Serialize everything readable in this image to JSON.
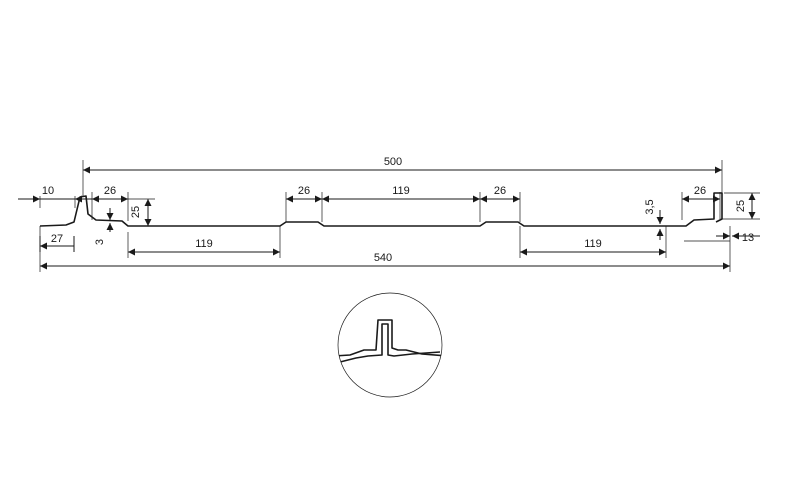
{
  "dimensions": {
    "overall_width": "500",
    "total_width": "540",
    "lock_left_width": "10",
    "lock_left_offset": "27",
    "rib_width": "26",
    "rib_width_center_left": "26",
    "rib_width_center_right": "26",
    "rib_width_right": "26",
    "lock_height_left": "25",
    "lock_height_right": "25",
    "groove_depth_left": "3",
    "groove_depth_right": "3,5",
    "flat_span_left": "119",
    "flat_span_center": "119",
    "flat_span_right": "119",
    "right_edge": "13"
  }
}
